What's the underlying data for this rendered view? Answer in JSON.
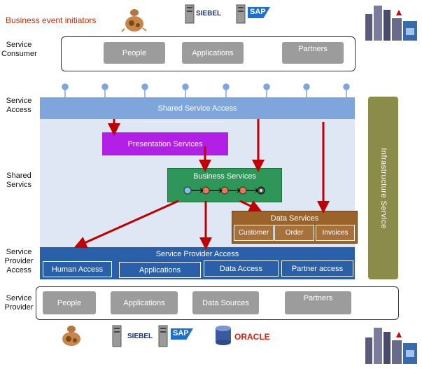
{
  "header": {
    "title": "Business event initiators"
  },
  "brands": {
    "siebel": "SIEBEL",
    "sap": "SAP",
    "oracle": "ORACLE"
  },
  "rows": {
    "consumer": "Service Consumer",
    "access": "Service Access",
    "shared": "Shared Servics",
    "provider_access": "Service Provider Access",
    "provider": "Service Provider"
  },
  "consumer_items": [
    "People",
    "Applications",
    "Partners"
  ],
  "shared_service_access": "Shared Service Access",
  "presentation_services": "Presentation Services",
  "business_services": "Business Services",
  "data_services": {
    "title": "Data Services",
    "items": [
      "Customer",
      "Order",
      "Invoices"
    ]
  },
  "service_provider_access": {
    "title": "Service Provider Access",
    "items": [
      "Human Access",
      "Applications",
      "Data Access",
      "Partner access"
    ]
  },
  "provider_items": [
    "People",
    "Applications",
    "Data Sources",
    "Partners"
  ],
  "infrastructure": "Infrastructure Service",
  "colors": {
    "arrow": "#c00000",
    "access_band": "#7ea6dd",
    "presentation": "#b21fe6",
    "business": "#2e9658",
    "data": "#9b6229",
    "provider_access": "#2a5fa9",
    "infra": "#8b8b4a"
  }
}
